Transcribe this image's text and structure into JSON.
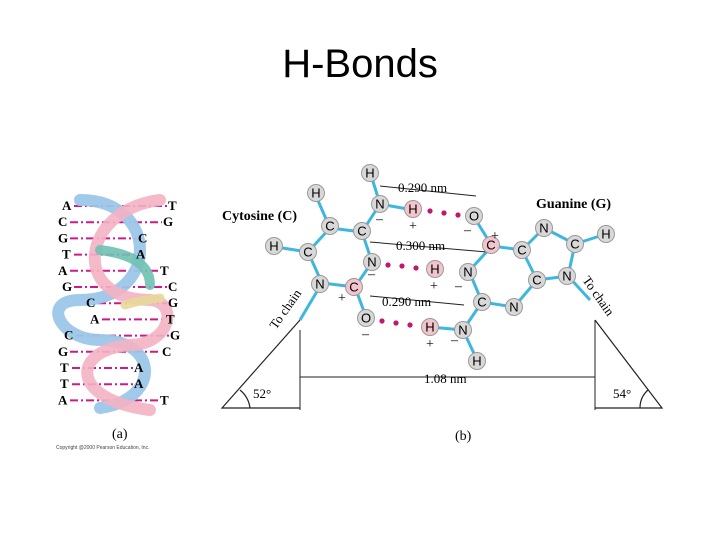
{
  "title": "H-Bonds",
  "colors": {
    "bond": "#3fb6dd",
    "atom_fill": "#d8d8d8",
    "h_highlight": "#f2c4cc",
    "hbond_dots": "#c0186e",
    "base_pair_line": "#cc1a8a"
  },
  "panel_a": {
    "label": "(a)",
    "copyright": "Copyright @2000 Pearson Education, Inc.",
    "left_bases": [
      "A",
      "C",
      "G",
      "T",
      "A",
      "G",
      "C",
      "A",
      "C",
      "G",
      "T",
      "T",
      "A"
    ],
    "right_bases": [
      "T",
      "G",
      "C",
      "A",
      "T",
      "C",
      "G",
      "T",
      "G",
      "C",
      "A",
      "A",
      "T"
    ]
  },
  "panel_b": {
    "label": "(b)",
    "cytosine_label": "Cytosine (C)",
    "guanine_label": "Guanine (G)",
    "dist_top": "0.290 nm",
    "dist_mid": "0.300 nm",
    "dist_bot": "0.290 nm",
    "width": "1.08 nm",
    "angle_left": "52°",
    "angle_right": "54°",
    "to_chain_left": "To chain",
    "to_chain_right": "To chain",
    "charges": {
      "minus": "–",
      "plus": "+"
    },
    "atoms": {
      "H": "H",
      "C": "C",
      "N": "N",
      "O": "O"
    }
  }
}
